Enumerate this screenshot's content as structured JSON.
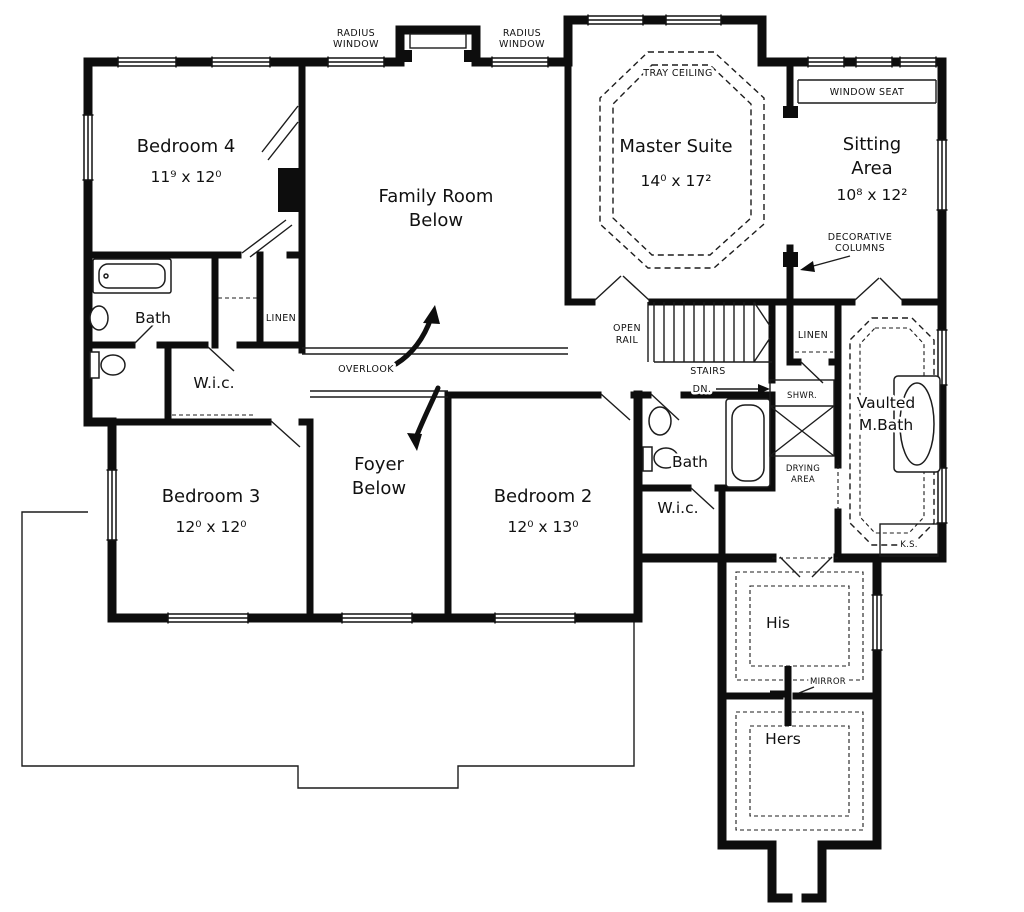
{
  "plan": {
    "bedroom4": {
      "name": "Bedroom 4",
      "dims": "11⁹ x 12⁰"
    },
    "family_room": {
      "line1": "Family Room",
      "line2": "Below"
    },
    "master_suite": {
      "name": "Master Suite",
      "dims": "14⁰ x 17²"
    },
    "sitting_area": {
      "line1": "Sitting",
      "line2": "Area",
      "dims": "10⁸ x 12²"
    },
    "bedroom3": {
      "name": "Bedroom 3",
      "dims": "12⁰ x 12⁰"
    },
    "bedroom2": {
      "name": "Bedroom 2",
      "dims": "12⁰ x 13⁰"
    },
    "foyer": {
      "line1": "Foyer",
      "line2": "Below"
    },
    "bath_left": {
      "name": "Bath"
    },
    "bath_right": {
      "name": "Bath"
    },
    "mbath": {
      "line1": "Vaulted",
      "line2": "M.Bath"
    },
    "wic_left": {
      "name": "W.i.c."
    },
    "wic_right": {
      "name": "W.i.c."
    },
    "his_closet": {
      "name": "His"
    },
    "hers_closet": {
      "name": "Hers"
    },
    "labels": {
      "radius_window_1": [
        "RADIUS",
        "WINDOW"
      ],
      "radius_window_2": [
        "RADIUS",
        "WINDOW"
      ],
      "tray_ceiling": "TRAY CEILING",
      "window_seat": "WINDOW SEAT",
      "decorative_columns": [
        "DECORATIVE",
        "COLUMNS"
      ],
      "linen_1": "LINEN",
      "linen_2": "LINEN",
      "overlook": "OVERLOOK",
      "open_rail": [
        "OPEN",
        "RAIL"
      ],
      "stairs": "STAIRS",
      "down": "DN.",
      "shower": "SHWR.",
      "drying_area": [
        "DRYING",
        "AREA"
      ],
      "knee_space": "K.S.",
      "mirror": "MIRROR"
    },
    "ink_color": "#111111"
  }
}
